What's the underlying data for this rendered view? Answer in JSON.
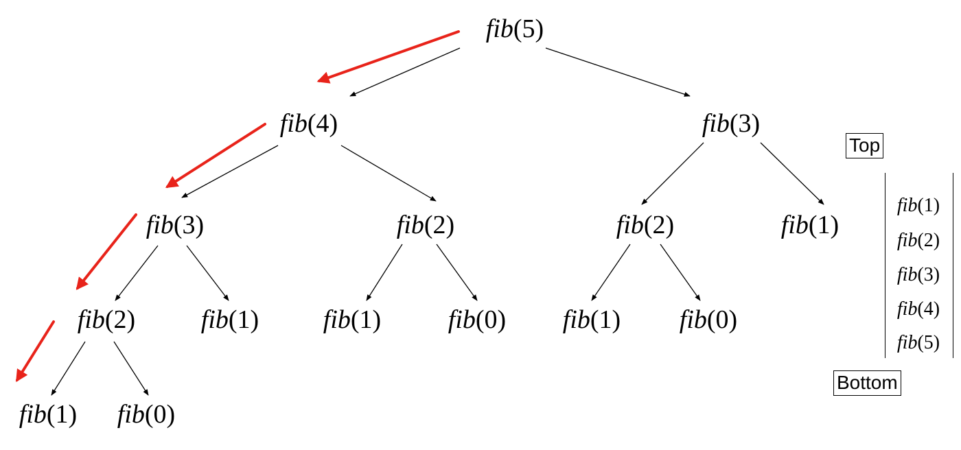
{
  "tree": {
    "nodes": [
      {
        "id": "n5",
        "fn": "fib",
        "arg": "(5)"
      },
      {
        "id": "n4",
        "fn": "fib",
        "arg": "(4)"
      },
      {
        "id": "n3r",
        "fn": "fib",
        "arg": "(3)"
      },
      {
        "id": "n3l",
        "fn": "fib",
        "arg": "(3)"
      },
      {
        "id": "n2a",
        "fn": "fib",
        "arg": "(2)"
      },
      {
        "id": "n2b",
        "fn": "fib",
        "arg": "(2)"
      },
      {
        "id": "n1a",
        "fn": "fib",
        "arg": "(1)"
      },
      {
        "id": "n2c",
        "fn": "fib",
        "arg": "(2)"
      },
      {
        "id": "n1b",
        "fn": "fib",
        "arg": "(1)"
      },
      {
        "id": "n1c",
        "fn": "fib",
        "arg": "(1)"
      },
      {
        "id": "n0a",
        "fn": "fib",
        "arg": "(0)"
      },
      {
        "id": "n1d",
        "fn": "fib",
        "arg": "(1)"
      },
      {
        "id": "n0b",
        "fn": "fib",
        "arg": "(0)"
      },
      {
        "id": "n1e",
        "fn": "fib",
        "arg": "(1)"
      },
      {
        "id": "n0c",
        "fn": "fib",
        "arg": "(0)"
      }
    ],
    "edges": [
      [
        "n5",
        "n4"
      ],
      [
        "n5",
        "n3r"
      ],
      [
        "n4",
        "n3l"
      ],
      [
        "n4",
        "n2b"
      ],
      [
        "n3r",
        "n2c"
      ],
      [
        "n3r",
        "n1c"
      ],
      [
        "n3l",
        "n2a"
      ],
      [
        "n3l",
        "n1a"
      ],
      [
        "n2b",
        "n1b"
      ],
      [
        "n2b",
        "n0a"
      ],
      [
        "n2c",
        "n1d"
      ],
      [
        "n2c",
        "n0b"
      ],
      [
        "n2a",
        "n1e"
      ],
      [
        "n2a",
        "n0c"
      ]
    ],
    "colors": {
      "edge": "#000000",
      "highlight_arrow": "#e8231a"
    }
  },
  "stack": {
    "top_label": "Top",
    "bottom_label": "Bottom",
    "frames": [
      {
        "fn": "fib",
        "arg": "(1)"
      },
      {
        "fn": "fib",
        "arg": "(2)"
      },
      {
        "fn": "fib",
        "arg": "(3)"
      },
      {
        "fn": "fib",
        "arg": "(4)"
      },
      {
        "fn": "fib",
        "arg": "(5)"
      }
    ]
  }
}
